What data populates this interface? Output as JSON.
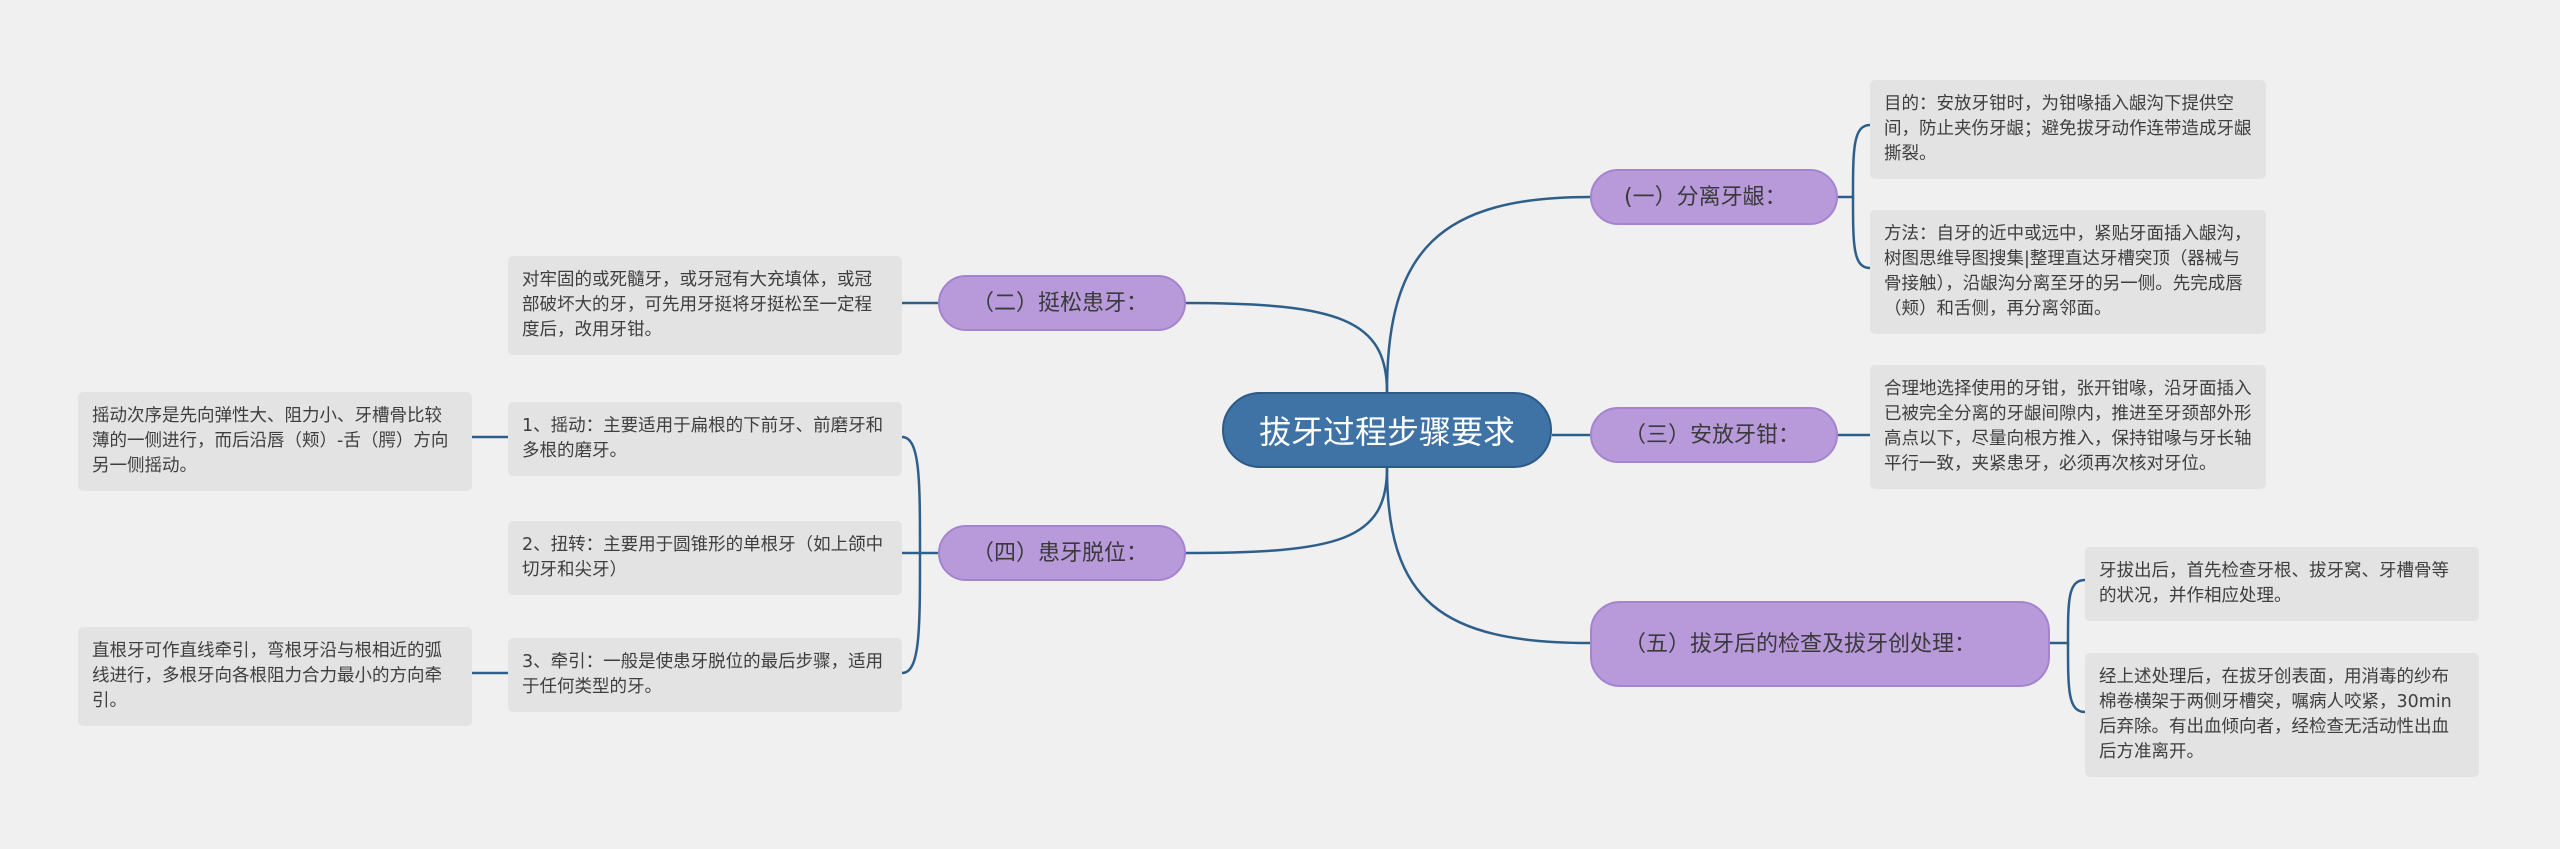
{
  "title": "拔牙过程步骤要求",
  "branches": [
    {
      "label": "(一）分离牙龈：",
      "children": [
        "目的：安放牙钳时，为钳喙插入龈沟下提供空间，防止夹伤牙龈；避免拔牙动作连带造成牙龈撕裂。",
        "方法：自牙的近中或远中，紧贴牙面插入龈沟，树图思维导图搜集|整理直达牙槽突顶（器械与骨接触），沿龈沟分离至牙的另一侧。先完成唇（颊）和舌侧，再分离邻面。"
      ]
    },
    {
      "label": "（二）挺松患牙：",
      "children": [
        "对牢固的或死髓牙，或牙冠有大充填体，或冠部破坏大的牙，可先用牙挺将牙挺松至一定程度后，改用牙钳。"
      ]
    },
    {
      "label": "（三）安放牙钳：",
      "children": [
        "合理地选择使用的牙钳，张开钳喙，沿牙面插入已被完全分离的牙龈间隙内，推进至牙颈部外形高点以下，尽量向根方推入，保持钳喙与牙长轴平行一致，夹紧患牙，必须再次核对牙位。"
      ]
    },
    {
      "label": "（四）患牙脱位：",
      "children": [
        {
          "text": "1、摇动：主要适用于扁根的下前牙、前磨牙和多根的磨牙。",
          "note": "摇动次序是先向弹性大、阻力小、牙槽骨比较薄的一侧进行，而后沿唇（颊）-舌（腭）方向另一侧摇动。"
        },
        {
          "text": "2、扭转：主要用于圆锥形的单根牙（如上颌中切牙和尖牙）"
        },
        {
          "text": "3、牵引：一般是使患牙脱位的最后步骤，适用于任何类型的牙。",
          "note": "直根牙可作直线牵引，弯根牙沿与根相近的弧线进行，多根牙向各根阻力合力最小的方向牵引。"
        }
      ]
    },
    {
      "label": "（五）拔牙后的检查及拔牙创处理：",
      "children": [
        "牙拔出后，首先检查牙根、拔牙窝、牙槽骨等的状况，并作相应处理。",
        "经上述处理后，在拔牙创表面，用消毒的纱布棉卷横架于两侧牙槽突，嘱病人咬紧，30min后弃除。有出血倾向者，经检查无活动性出血后方准离开。"
      ]
    }
  ],
  "colors": {
    "root": "#3f73a6",
    "branch": "#b89adb",
    "leaf": "#e3e3e3",
    "line": "#2e5f8a"
  }
}
